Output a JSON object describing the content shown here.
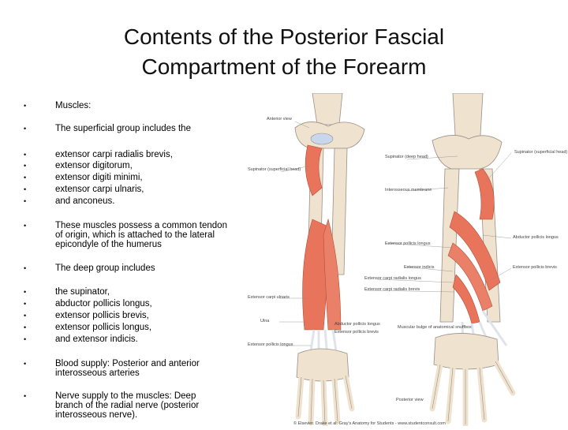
{
  "title": {
    "line1": "Contents of the Posterior Fascial",
    "line2": "Compartment of the Forearm"
  },
  "bullet_glyph": "•",
  "bullets": [
    "Muscles:",
    "The superficial group includes the",
    "extensor carpi radialis brevis,",
    "extensor digitorum,",
    "extensor digiti minimi,",
    "extensor carpi ulnaris,",
    "and anconeus.",
    "These muscles possess a common tendon of origin, which is attached to the lateral epicondyle of the humerus",
    "The deep group includes",
    "the supinator,",
    "abductor pollicis longus,",
    "extensor pollicis brevis,",
    "extensor pollicis longus,",
    "and extensor indicis.",
    "Blood supply: Posterior and anterior interosseous arteries",
    "Nerve supply to the muscles: Deep branch of the radial nerve (posterior interosseous nerve)."
  ],
  "figure": {
    "labels": {
      "anterior_view": "Anterior view",
      "supinator_deep": "Supinator (deep head)",
      "supinator_superficial_left": "Supinator (superficial head)",
      "supinator_superficial_right": "Supinator (superficial head)",
      "interosseous_membrane": "Interosseous membrane",
      "abductor_pollicis_longus": "Abductor pollicis longus",
      "extensor_pollicis_longus": "Extensor pollicis longus",
      "extensor_pollicis_brevis": "Extensor pollicis brevis",
      "extensor_indicis": "Extensor indicis",
      "ecrl": "Extensor carpi radialis longus",
      "ecrb": "Extensor carpi radialis brevis",
      "ecu": "Extensor carpi ulnaris",
      "ulna": "Ulna",
      "abductor_pollicis_longus_small": "Abductor pollicis longus",
      "epb_small": "Extensor pollicis brevis",
      "muscular_bulge": "Muscular bulge of anatomical snuffbox",
      "epl_small": "Extensor pollicis longus",
      "posterior_view": "Posterior view",
      "copyright": "© Elsevier. Drake et al: Gray's Anatomy for Students - www.studentconsult.com"
    },
    "colors": {
      "bone": "#efe3cf",
      "muscle": "#e8745c",
      "tendon": "#dfe4ec",
      "outline": "#9a8f86"
    }
  }
}
